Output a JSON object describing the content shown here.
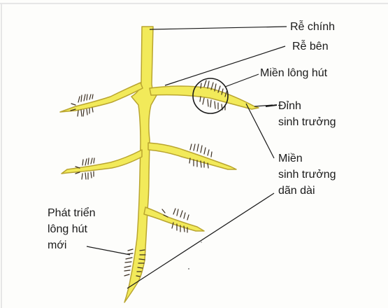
{
  "labels": {
    "main_root": "Rễ chính",
    "lateral_root": "Rễ bên",
    "root_hair_zone": "Miền lông hút",
    "growth_tip_1": "Đỉnh",
    "growth_tip_2": "sinh trưởng",
    "elongation_1": "Miền",
    "elongation_2": "sinh trưởng",
    "elongation_3": "dãn dài",
    "new_hair_1": "Phát triển",
    "new_hair_2": "lông hút",
    "new_hair_3": "mới"
  },
  "colors": {
    "root_fill": "#f2ea5a",
    "root_stroke": "#b9a52f",
    "hair": "#3b2f22",
    "leader": "#1a1a1a"
  }
}
